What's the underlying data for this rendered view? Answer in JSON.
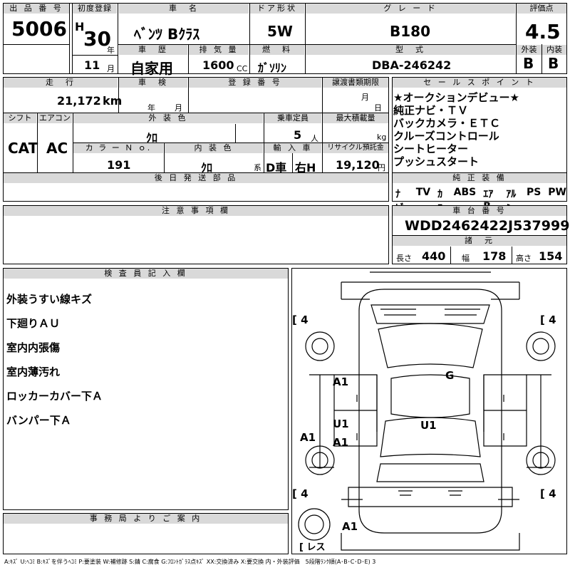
{
  "header": {
    "lot_no_label": "出 品 番 号",
    "lot_no": "5006",
    "reg_label": "初度登録",
    "reg_era": "H",
    "reg_year": "30",
    "year_unit": "年",
    "reg_month": "11",
    "month_unit": "月",
    "name_label": "車　名",
    "name": "ﾍﾞﾝﾂ Bｸﾗｽ",
    "history_label": "車　歴",
    "history": "自家用",
    "displacement_label": "排 気 量",
    "displacement": "1600",
    "cc_unit": "CC",
    "door_label": "ドア形状",
    "door": "5W",
    "fuel_label": "燃　料",
    "fuel": "ｶﾞｿﾘﾝ",
    "grade_label": "グ レ ー ド",
    "grade": "B180",
    "model_label": "型　式",
    "model": "DBA-246242",
    "score_label": "評価点",
    "score": "4.5",
    "ext_label": "外装",
    "ext": "B",
    "int_label": "内装",
    "int": "B"
  },
  "row2": {
    "mileage_label": "走　行",
    "mileage": "21,172",
    "km_unit": "km",
    "inspection_label": "車　検",
    "insp_year_unit": "年",
    "insp_month_unit": "月",
    "plate_label": "登 録 番 号",
    "transfer_label": "譲渡書類期限",
    "transfer_month_unit": "月",
    "transfer_day_unit": "日",
    "shift_label": "シフト",
    "shift": "CAT",
    "ac_label": "エアコン",
    "ac": "AC",
    "color_label": "外 装 色",
    "color": "ｸﾛ",
    "capacity_label": "乗車定員",
    "capacity": "5",
    "capacity_unit": "人",
    "load_label": "最大積載量",
    "load_unit": "kg",
    "color_no_label": "カ ラ ー Ｎ ｏ.",
    "color_no": "191",
    "interior_label": "内 装 色",
    "interior": "ｸﾛ",
    "interior_unit": "系",
    "import_label": "輸 入 車",
    "import": "D車",
    "steering": "右H",
    "recycle_label": "リサイクル預託金",
    "recycle": "19,120",
    "recycle_unit": "円",
    "later_label": "後 日 発 送 部 品"
  },
  "sales": {
    "label": "セ ー ル ス ポ イ ン ト",
    "points": [
      "★オークションデビュー★",
      "純正ナビ・ＴＶ",
      "バックカメラ・ＥＴＣ",
      "クルーズコントロール",
      "シートヒーター",
      "プッシュスタート"
    ],
    "equip_label": "純 正 装 備",
    "equip": [
      "ﾅﾋﾞ",
      "TV",
      "ｶﾜ",
      "ABS",
      "ｴｱB",
      "ｱﾙﾐ",
      "PS",
      "PW"
    ]
  },
  "notes": {
    "label": "注 意 事 項 欄"
  },
  "chassis": {
    "label": "車 台 番 号",
    "number": "WDD2462422J537999",
    "spec_label": "諸　元",
    "len_label": "長さ",
    "len": "440",
    "wid_label": "幅",
    "wid": "178",
    "hgt_label": "高さ",
    "hgt": "154"
  },
  "inspector": {
    "label": "検 査 員 記 入 欄",
    "notes": [
      "外装うすい線キズ",
      "下廻りＡＵ",
      "室内内張傷",
      "室内薄汚れ",
      "ロッカーカバー下Ａ",
      "バンパー下Ａ"
    ]
  },
  "office": {
    "label": "事 務 局 よ り ご 案 内"
  },
  "diagram": {
    "tire_fl": "4",
    "tire_fr": "4",
    "tire_rl": "4",
    "tire_rr": "4",
    "spare": "レス",
    "marks": {
      "g": "G",
      "a1_door": "A1",
      "u1_left": "U1",
      "a1_left_lower": "A1",
      "u1_center": "U1",
      "a1_rocker": "A1",
      "a1_bumper": "A1"
    }
  },
  "legend": "A:ｷｽﾞ  U:ﾍｺﾐ  B:ｷｽﾞを伴うﾍｺﾐ  P:要塗装  W:補修跡  S:錆  C:腐食  G:ﾌﾛﾝﾄｶﾞﾗｽ点ｷｽﾞ  XX:交換済み  X:要交換   内・外装評価　5段階ﾗﾝｸ順(A･B･C･D･E)  3"
}
